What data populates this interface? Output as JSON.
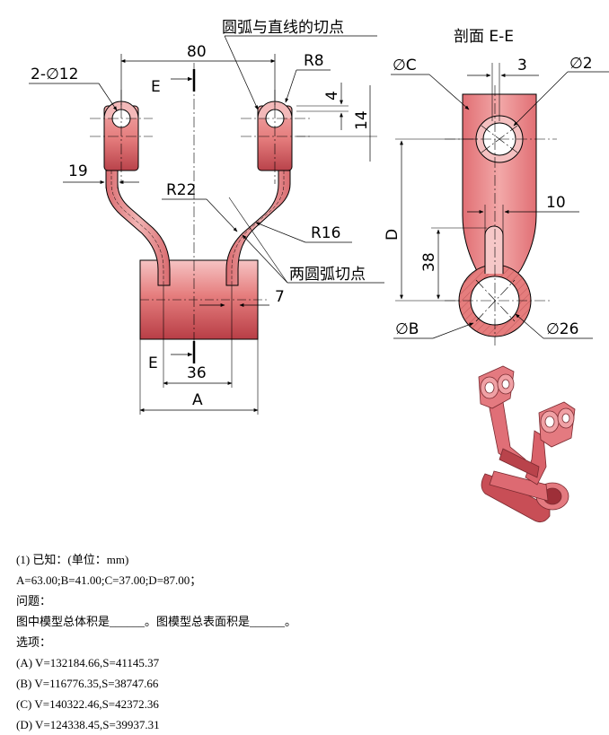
{
  "drawing": {
    "labels": {
      "tangent_line_arc": "圆弧与直线的切点",
      "tangent_two_arcs": "两圆弧切点",
      "section_title": "剖面 E-E",
      "hole_count_dia": "2-∅12",
      "dim_80": "80",
      "dim_R8": "R8",
      "dim_4": "4",
      "dim_14": "14",
      "dim_19": "19",
      "dim_R22": "R22",
      "dim_R16": "R16",
      "dim_7": "7",
      "dim_36": "36",
      "dim_A": "A",
      "label_E_top": "E",
      "label_E_bottom": "E",
      "dim_phiC": "∅C",
      "dim_3": "3",
      "dim_phi_right": "∅2",
      "dim_10": "10",
      "dim_D": "D",
      "dim_38": "38",
      "dim_phiB": "∅B",
      "dim_phi26": "∅26"
    },
    "colors": {
      "body": "#e57d7d",
      "body_light": "#f2b0b0",
      "body_dark": "#c74f54",
      "line": "#000000"
    }
  },
  "question": {
    "line1": "(1)  已知：(单位：mm)",
    "line2": "A=63.00;B=41.00;C=37.00;D=87.00；",
    "line3": "问题：",
    "line4": "图中模型总体积是______。图模型总表面积是______。",
    "line5": "选项：",
    "options": [
      "(A) V=132184.66,S=41145.37",
      "(B) V=116776.35,S=38747.66",
      "(C) V=140322.46,S=42372.36",
      "(D) V=124338.45,S=39937.31"
    ]
  }
}
